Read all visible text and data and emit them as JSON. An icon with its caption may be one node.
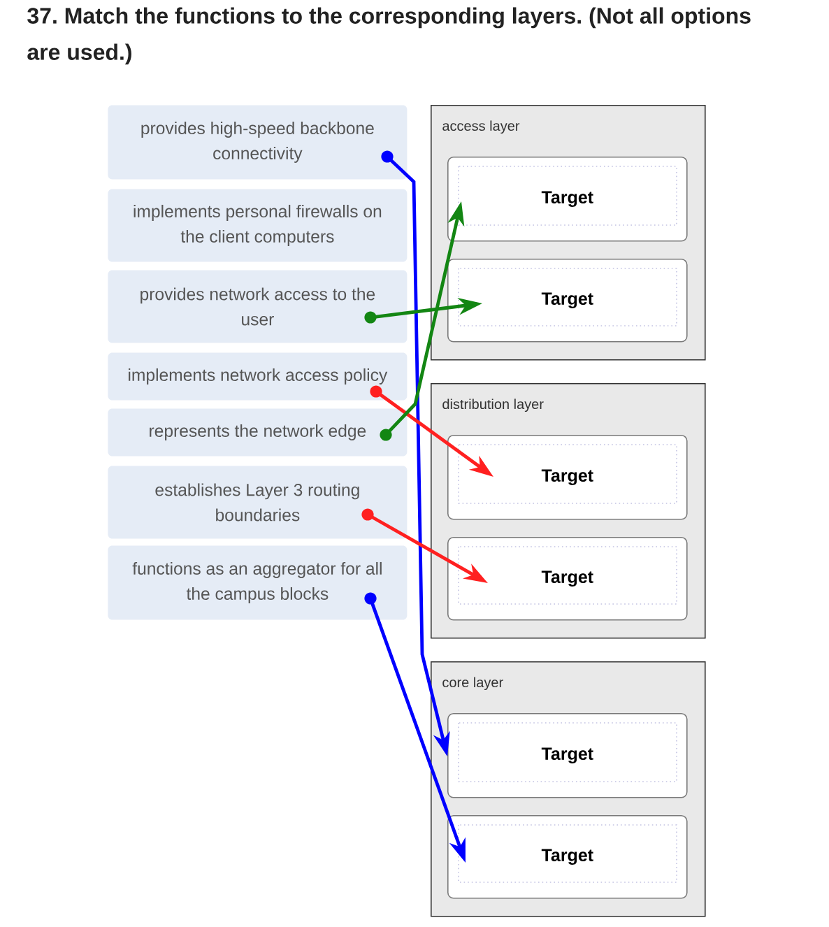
{
  "diagram": {
    "title": "37. Match the functions to the corresponding layers. (Not all options are used.)",
    "nodes": [
      {
        "text": [
          "provides high-speed backbone connectivity"
        ]
      },
      {
        "text": [
          "implements personal firewalls on the client computers"
        ]
      },
      {
        "text": [
          "provides network access to the user"
        ]
      },
      {
        "text": [
          "implements network access policy"
        ]
      },
      {
        "text": [
          "represents the network edge"
        ]
      },
      {
        "text": [
          "establishes Layer 3 routing boundaries"
        ]
      },
      {
        "text": [
          "functions as an aggregator for all the campus blocks"
        ]
      },
      {
        "text": [
          "access layer"
        ]
      },
      {
        "text": [
          "Target"
        ],
        "in": 7
      },
      {
        "text": [
          "Target"
        ],
        "in": 7
      },
      {
        "text": [
          "distribution layer"
        ]
      },
      {
        "text": [
          "Target"
        ],
        "in": 10
      },
      {
        "text": [
          "Target"
        ],
        "in": 10
      },
      {
        "text": [
          "core layer"
        ]
      },
      {
        "text": [
          "Target"
        ],
        "in": 13
      },
      {
        "text": [
          "Target"
        ],
        "in": 13
      }
    ],
    "edges": [
      {
        "from": 0,
        "to": 14,
        "arrow": "to",
        "color": "#0000ff"
      },
      {
        "from": 2,
        "to": 9,
        "arrow": "to",
        "color": "#138613"
      },
      {
        "from": 3,
        "to": 11,
        "arrow": "to",
        "color": "#ff2020"
      },
      {
        "from": 4,
        "to": 8,
        "arrow": "to",
        "color": "#138613"
      },
      {
        "from": 5,
        "to": 12,
        "arrow": "to",
        "color": "#ff2020"
      },
      {
        "from": 6,
        "to": 15,
        "arrow": "to",
        "color": "#0000ff"
      }
    ]
  }
}
